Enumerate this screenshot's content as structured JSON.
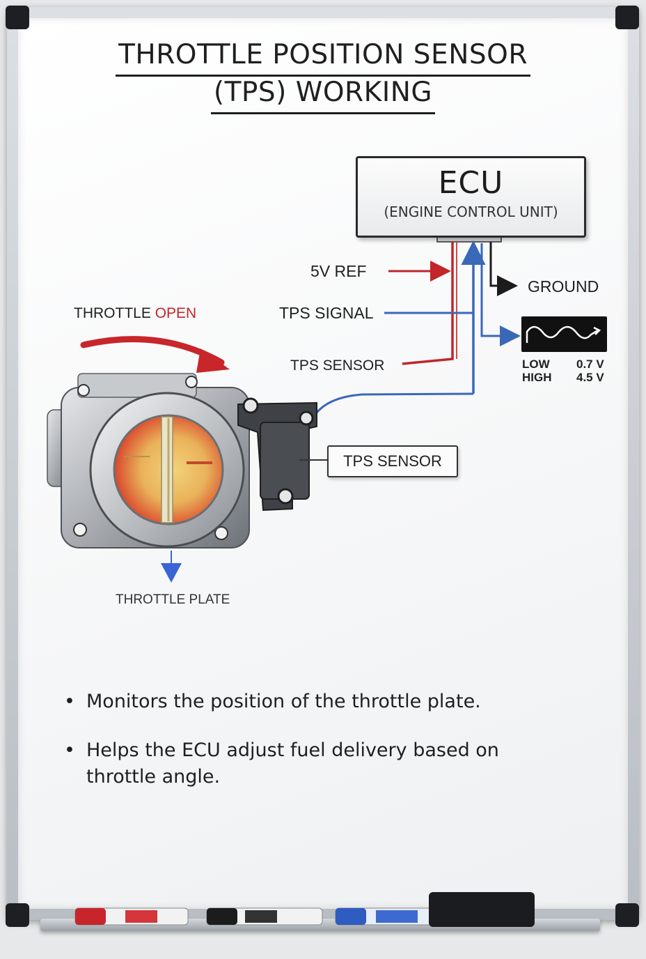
{
  "title": {
    "line1": "THROTTLE POSITION SENSOR",
    "line2": "(TPS) WORKING"
  },
  "ecu": {
    "title": "ECU",
    "subtitle": "(ENGINE CONTROL UNIT)"
  },
  "wires": {
    "ref": "5V REF",
    "signal": "TPS SIGNAL",
    "sensor_wire": "TPS SENSOR",
    "ground": "GROUND"
  },
  "throttle": {
    "open_prefix": "THROTTLE",
    "open_word": "OPEN",
    "plate": "THROTTLE PLATE",
    "sensor_label": "TPS SENSOR"
  },
  "voltages": {
    "low_label": "LOW",
    "low_value": "0.7 V",
    "high_label": "HIGH",
    "high_value": "4.5 V"
  },
  "bullets": [
    "Monitors the position of the throttle plate.",
    "Helps the ECU adjust fuel delivery based on throttle angle."
  ],
  "colors": {
    "ref_wire": "#c0262a",
    "signal_wire": "#3a68b8",
    "ground_wire": "#1c1c1c",
    "open_arrow": "#c8262a",
    "plate_pointer": "#3a63d6"
  },
  "markers": [
    "red-marker",
    "black-marker",
    "blue-marker",
    "eraser"
  ]
}
